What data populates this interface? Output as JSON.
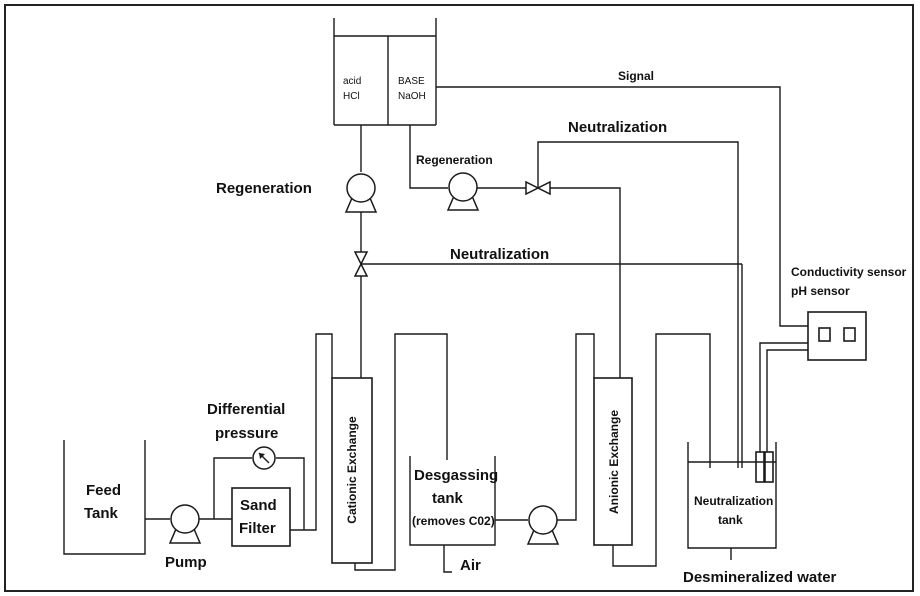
{
  "labels": {
    "acid_line1": "acid",
    "acid_line2": "HCl",
    "base_line1": "BASE",
    "base_line2": "NaOH",
    "signal": "Signal",
    "neutralization_top": "Neutralization",
    "regeneration_left": "Regeneration",
    "regeneration_right": "Regeneration",
    "neutralization_mid": "Neutralization",
    "conductivity_sensor": "Conductivity sensor",
    "ph_sensor": "pH sensor",
    "differential_line1": "Differential",
    "differential_line2": "pressure",
    "feed_line1": "Feed",
    "feed_line2": "Tank",
    "pump": "Pump",
    "sand_line1": "Sand",
    "sand_line2": "Filter",
    "cationic_exchange": "Cationic Exchange",
    "degassing_line1": "Desgassing",
    "degassing_line2": "tank",
    "degassing_line3": "(removes C02)",
    "air": "Air",
    "anionic_exchange": "Anionic Exchange",
    "neutralization_tank_line1": "Neutralization",
    "neutralization_tank_line2": "tank",
    "desmineralized_water": "Desmineralized water"
  }
}
